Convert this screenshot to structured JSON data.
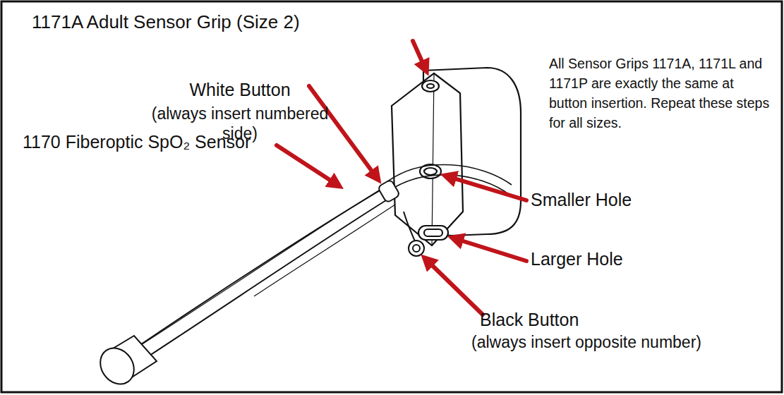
{
  "diagram": {
    "labels": [
      "1171A Adult Sensor Grip (Size 2)",
      "All Sensor Grips 1171A, 1171L and 1171P are exactly the same at button insertion. Repeat these steps for all sizes.",
      "White Button",
      "(always insert numbered side)",
      "1170 Fiberoptic SpO₂ Sensor",
      "Smaller Hole",
      "Larger Hole",
      "Black Button",
      "(always insert opposite number)"
    ]
  }
}
